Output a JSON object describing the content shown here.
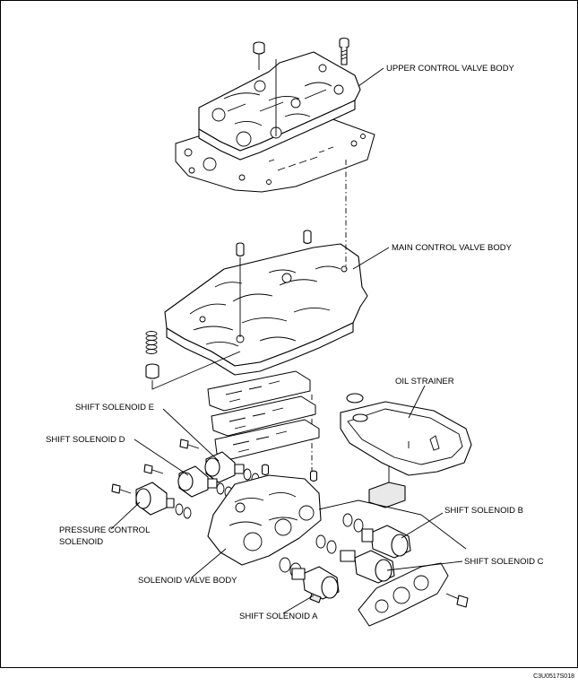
{
  "labels": {
    "upper_control_valve_body": "UPPER CONTROL VALVE BODY",
    "main_control_valve_body": "MAIN CONTROL VALVE BODY",
    "oil_strainer": "OIL STRAINER",
    "shift_solenoid_e": "SHIFT SOLENOID E",
    "shift_solenoid_d": "SHIFT SOLENOID D",
    "shift_solenoid_b": "SHIFT SOLENOID B",
    "shift_solenoid_c": "SHIFT SOLENOID C",
    "shift_solenoid_a": "SHIFT SOLENOID A",
    "pressure_control_solenoid_line1": "PRESSURE CONTROL",
    "pressure_control_solenoid_line2": "SOLENOID",
    "solenoid_valve_body": "SOLENOID VALVE BODY"
  },
  "figure_code": "C3U0517S018",
  "colors": {
    "line": "#000000",
    "background": "#ffffff",
    "shade": "#e9e9e9"
  }
}
